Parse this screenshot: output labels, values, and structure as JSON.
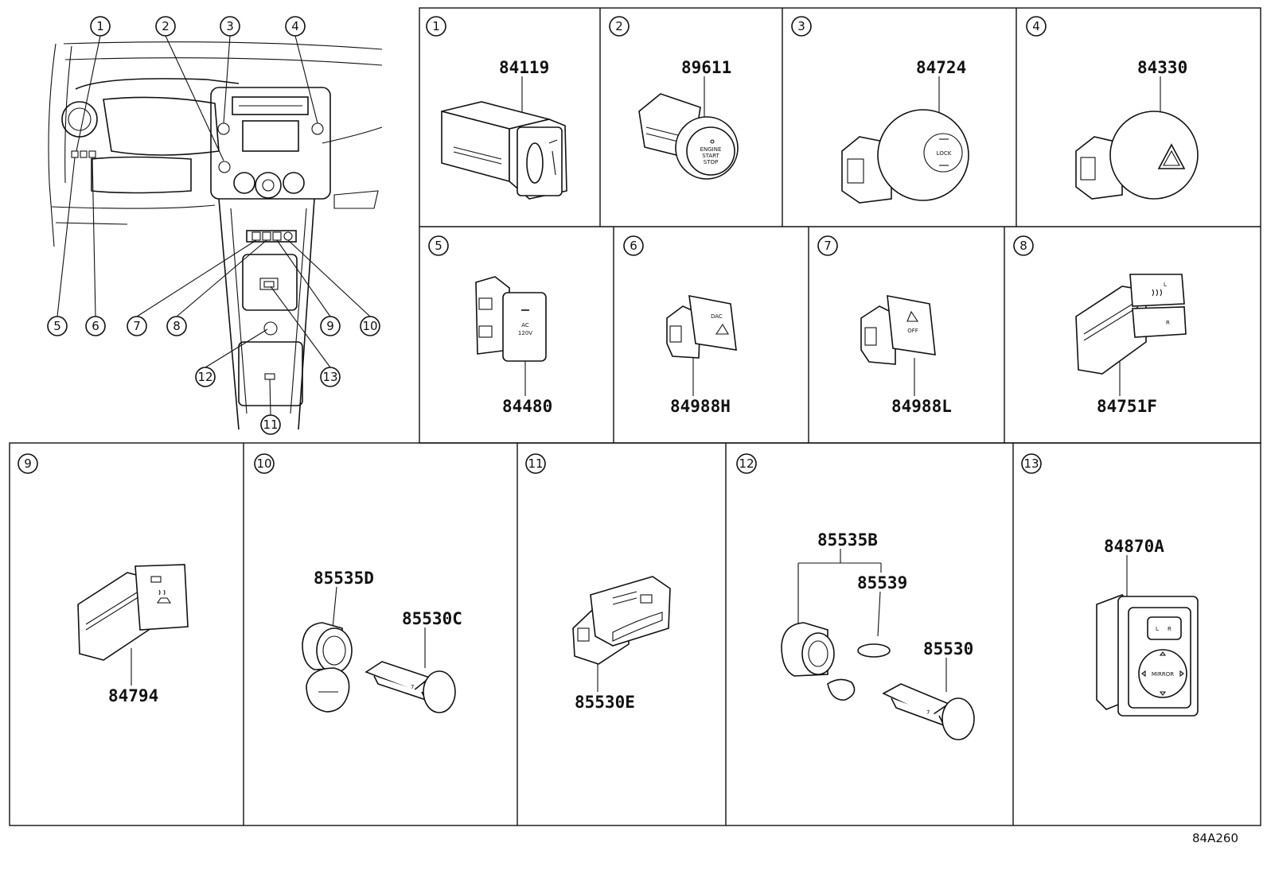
{
  "diagram_code": "84A260",
  "callouts": [
    "1",
    "2",
    "3",
    "4",
    "5",
    "6",
    "7",
    "8",
    "9",
    "10",
    "11",
    "12",
    "13"
  ],
  "panels": [
    {
      "callout": "1",
      "parts": [
        "84119"
      ]
    },
    {
      "callout": "2",
      "parts": [
        "89611"
      ]
    },
    {
      "callout": "3",
      "parts": [
        "84724"
      ]
    },
    {
      "callout": "4",
      "parts": [
        "84330"
      ]
    },
    {
      "callout": "5",
      "parts": [
        "84480"
      ]
    },
    {
      "callout": "6",
      "parts": [
        "84988H"
      ]
    },
    {
      "callout": "7",
      "parts": [
        "84988L"
      ]
    },
    {
      "callout": "8",
      "parts": [
        "84751F"
      ]
    },
    {
      "callout": "9",
      "parts": [
        "84794"
      ]
    },
    {
      "callout": "10",
      "parts": [
        "85535D",
        "85530C"
      ]
    },
    {
      "callout": "11",
      "parts": [
        "85530E"
      ]
    },
    {
      "callout": "12",
      "parts": [
        "85535B",
        "85539",
        "85530"
      ]
    },
    {
      "callout": "13",
      "parts": [
        "84870A"
      ]
    }
  ],
  "switch_markings": {
    "engine_start": [
      "ENGINE",
      "START",
      "STOP"
    ],
    "lock": "LOCK",
    "ac_outlet": [
      "AC",
      "120V"
    ],
    "dac": "DAC",
    "off": "OFF",
    "seat_heat": [
      "L",
      "R"
    ],
    "mirror": [
      "L",
      "R",
      "MIRROR"
    ]
  }
}
